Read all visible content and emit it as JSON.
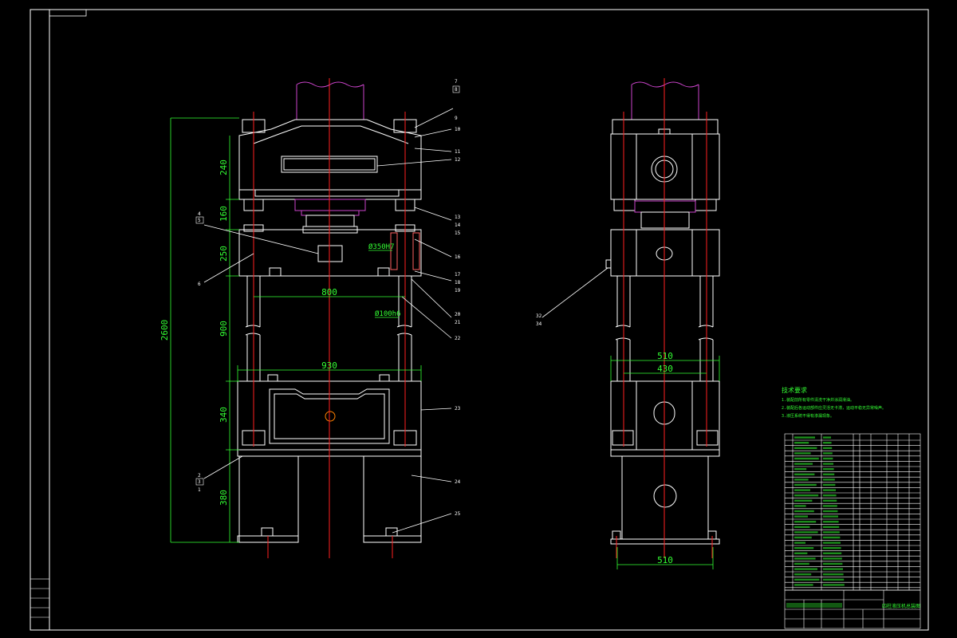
{
  "drawing": {
    "dimensions": {
      "total_height": "2600",
      "crown_height": "240",
      "gap_160": "160",
      "slide_height": "250",
      "stroke_900": "900",
      "base_height": "340",
      "leg_height": "380",
      "column_spacing": "800",
      "base_width": "930",
      "bore_dia": "Ø350H7",
      "column_dia": "Ø100h6",
      "side_width_510": "510",
      "side_width_430": "430",
      "foot_width": "510"
    },
    "front_callouts": [
      {
        "top": "7",
        "bottom": "8"
      },
      {
        "top": "9",
        "bottom": ""
      },
      {
        "top": "10",
        "bottom": ""
      },
      {
        "top": "11",
        "bottom": "12"
      },
      {
        "top": "13",
        "bottom": "14"
      },
      {
        "top": "15",
        "bottom": ""
      },
      {
        "top": "16",
        "bottom": ""
      },
      {
        "top": "17",
        "bottom": "18"
      },
      {
        "top": "19",
        "bottom": ""
      },
      {
        "top": "20",
        "bottom": "21"
      },
      {
        "top": "22",
        "bottom": ""
      },
      {
        "top": "23",
        "bottom": ""
      },
      {
        "top": "24",
        "bottom": ""
      },
      {
        "top": "25",
        "bottom": ""
      }
    ],
    "left_callouts": [
      {
        "top": "4",
        "bottom": "5"
      },
      {
        "top": "6",
        "bottom": ""
      },
      {
        "top": "2",
        "bottom": "3"
      },
      {
        "top": "1",
        "bottom": ""
      }
    ],
    "side_callout": {
      "top": "32",
      "bottom": "34"
    },
    "tech_req": {
      "title": "技术要求",
      "items": [
        "1.装配前所有零件清洗干净并涂润滑油。",
        "2.装配后各运动部件应灵活无卡滞，运动平稳无异常噪声。",
        "3.液压系统不得有渗漏现象。"
      ]
    },
    "title_block": {
      "drawing_title": "四柱液压机总装图"
    }
  },
  "colors": {
    "line": "#ffffff",
    "center": "#ff2020",
    "dim": "#33ff33",
    "cylinder": "#cc44cc",
    "text": "#33ff33"
  }
}
